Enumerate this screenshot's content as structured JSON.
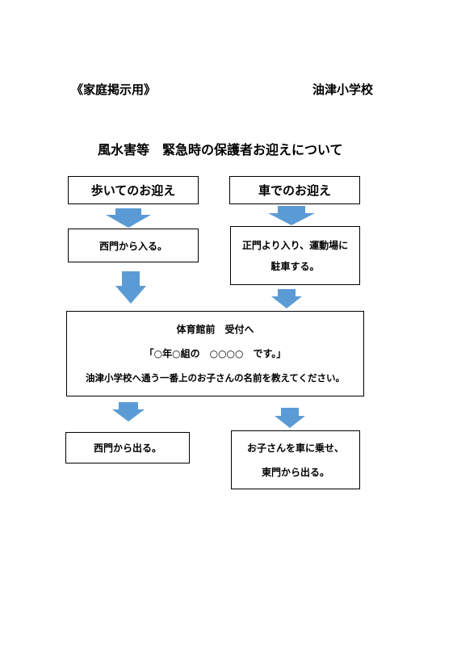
{
  "header": {
    "tag": "《家庭掲示用》",
    "school": "油津小学校"
  },
  "title": "風水害等　緊急時の保護者お迎えについて",
  "walk": {
    "heading": "歩いてのお迎え",
    "step1": "西門から入る。",
    "step2": "西門から出る。"
  },
  "car": {
    "heading": "車でのお迎え",
    "step1_line1": "正門より入り、運動場に",
    "step1_line2": "駐車する。",
    "step2_line1": "お子さんを車に乗せ、",
    "step2_line2": "東門から出る。"
  },
  "reception": {
    "line1": "体育館前　受付へ",
    "line2": "「○年○組の　○○○○　です。」",
    "line3": "油津小学校へ通う一番上のお子さんの名前を教えてください。"
  },
  "colors": {
    "arrow": "#5b9bd5"
  }
}
